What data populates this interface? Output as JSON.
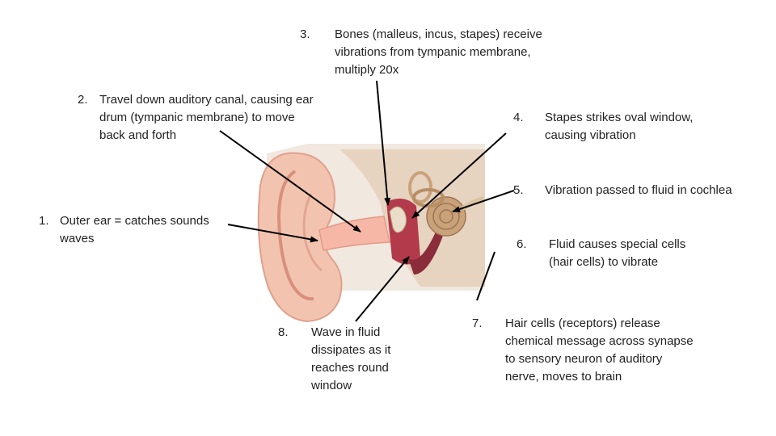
{
  "steps": [
    {
      "num": "1.",
      "lines": [
        "Outer ear = catches sounds",
        "waves"
      ]
    },
    {
      "num": "2.",
      "lines": [
        "Travel down auditory canal, causing ear",
        "drum (tympanic membrane) to move",
        "back and forth"
      ]
    },
    {
      "num": "3.",
      "lines": [
        "Bones (malleus, incus, stapes) receive",
        "vibrations from tympanic membrane,",
        "multiply 20x"
      ]
    },
    {
      "num": "4.",
      "lines": [
        "Stapes strikes oval window,",
        "causing vibration"
      ]
    },
    {
      "num": "5.",
      "lines": [
        "Vibration passed to fluid in cochlea"
      ]
    },
    {
      "num": "6.",
      "lines": [
        "Fluid causes special cells",
        "(hair cells) to vibrate"
      ]
    },
    {
      "num": "7.",
      "lines": [
        "Hair cells (receptors) release",
        "chemical message across synapse",
        "to sensory neuron of auditory",
        "nerve, moves to brain"
      ]
    },
    {
      "num": "8.",
      "lines": [
        "Wave in fluid",
        "dissipates as it",
        "reaches round",
        "window"
      ]
    }
  ],
  "colors": {
    "skin": "#f2c4b0",
    "skin_dark": "#e0a08c",
    "bone": "#e9dcc8",
    "cochlea": "#c9a27a",
    "canal": "#f7b7a6",
    "middle_ear": "#b23a4a",
    "arrow": "#000000"
  }
}
